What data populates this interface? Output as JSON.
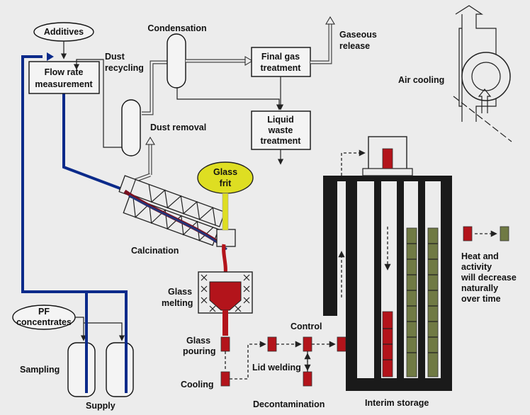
{
  "labels": {
    "additives": "Additives",
    "flow_rate_1": "Flow rate",
    "flow_rate_2": "measurement",
    "dust_recycling_1": "Dust",
    "dust_recycling_2": "recycling",
    "condensation": "Condensation",
    "final_gas_1": "Final gas",
    "final_gas_2": "treatment",
    "gaseous_1": "Gaseous",
    "gaseous_2": "release",
    "air_cooling": "Air cooling",
    "liquid_1": "Liquid",
    "liquid_2": "waste",
    "liquid_3": "treatment",
    "dust_removal": "Dust removal",
    "glass_frit_1": "Glass",
    "glass_frit_2": "frit",
    "calcination": "Calcination",
    "glass_melting_1": "Glass",
    "glass_melting_2": "melting",
    "pf_1": "PF",
    "pf_2": "concentrates",
    "sampling": "Sampling",
    "supply": "Supply",
    "glass_pouring_1": "Glass",
    "glass_pouring_2": "pouring",
    "cooling": "Cooling",
    "control": "Control",
    "lid_welding": "Lid welding",
    "decontamination": "Decontamination",
    "interim_storage": "Interim storage",
    "heat_1": "Heat and",
    "heat_2": "activity",
    "heat_3": "will decrease",
    "heat_4": "naturally",
    "heat_5": "over time"
  },
  "colors": {
    "feed_line": "#0b2a8a",
    "hot_canister": "#b3141b",
    "cooled_canister": "#707a44",
    "glass_frit": "#dede22",
    "storage_wall": "#1a1a1a"
  },
  "icons": {
    "air_cooling": "air-cooling-fan-icon"
  }
}
